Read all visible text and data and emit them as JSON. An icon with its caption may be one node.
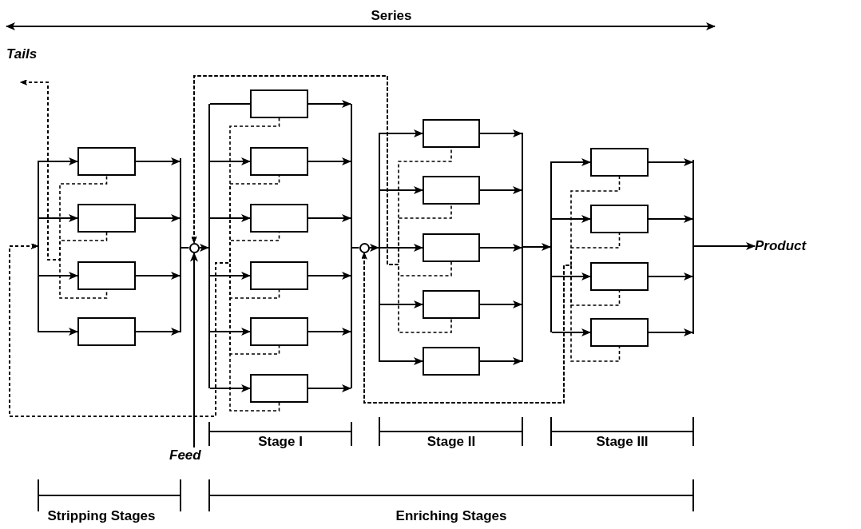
{
  "diagram": {
    "nodes": [
      {
        "text": [
          "Tails"
        ]
      },
      {
        "text": [],
        "shape": "bar"
      },
      {
        "text": [],
        "shape": "box"
      },
      {
        "text": [],
        "shape": "box"
      },
      {
        "text": [],
        "shape": "box"
      },
      {
        "text": [],
        "shape": "box"
      },
      {
        "text": [],
        "shape": "bar"
      },
      {
        "text": [],
        "shape": "circle"
      },
      {
        "text": [
          "Feed"
        ]
      },
      {
        "text": [],
        "shape": "bar"
      },
      {
        "text": [],
        "shape": "box"
      },
      {
        "text": [],
        "shape": "box"
      },
      {
        "text": [],
        "shape": "box"
      },
      {
        "text": [],
        "shape": "box"
      },
      {
        "text": [],
        "shape": "box"
      },
      {
        "text": [],
        "shape": "box"
      },
      {
        "text": [],
        "shape": "bar"
      },
      {
        "text": [],
        "shape": "circle"
      },
      {
        "text": [],
        "shape": "bar"
      },
      {
        "text": [],
        "shape": "box"
      },
      {
        "text": [],
        "shape": "box"
      },
      {
        "text": [],
        "shape": "box"
      },
      {
        "text": [],
        "shape": "box"
      },
      {
        "text": [],
        "shape": "box"
      },
      {
        "text": [],
        "shape": "bar"
      },
      {
        "text": [],
        "shape": "bar"
      },
      {
        "text": [],
        "shape": "box"
      },
      {
        "text": [],
        "shape": "box"
      },
      {
        "text": [],
        "shape": "box"
      },
      {
        "text": [],
        "shape": "box"
      },
      {
        "text": [],
        "shape": "bar"
      },
      {
        "text": [
          "Product"
        ]
      }
    ],
    "edges": [
      {
        "from": 1,
        "to": 2,
        "arrow": "to"
      },
      {
        "from": 1,
        "to": 3,
        "arrow": "to"
      },
      {
        "from": 1,
        "to": 4,
        "arrow": "to"
      },
      {
        "from": 1,
        "to": 5,
        "arrow": "to"
      },
      {
        "from": 2,
        "to": 6,
        "arrow": "to"
      },
      {
        "from": 3,
        "to": 6,
        "arrow": "to"
      },
      {
        "from": 4,
        "to": 6,
        "arrow": "to"
      },
      {
        "from": 5,
        "to": 6,
        "arrow": "to"
      },
      {
        "from": 6,
        "to": 7,
        "arrow": "none"
      },
      {
        "from": 8,
        "to": 7,
        "arrow": "to"
      },
      {
        "from": 7,
        "to": 9,
        "arrow": "to"
      },
      {
        "from": 9,
        "to": 10,
        "arrow": "none"
      },
      {
        "from": 9,
        "to": 11,
        "arrow": "to"
      },
      {
        "from": 9,
        "to": 12,
        "arrow": "to"
      },
      {
        "from": 9,
        "to": 13,
        "arrow": "to"
      },
      {
        "from": 9,
        "to": 14,
        "arrow": "to"
      },
      {
        "from": 9,
        "to": 15,
        "arrow": "to"
      },
      {
        "from": 10,
        "to": 16,
        "arrow": "to"
      },
      {
        "from": 11,
        "to": 16,
        "arrow": "to"
      },
      {
        "from": 12,
        "to": 16,
        "arrow": "to"
      },
      {
        "from": 13,
        "to": 16,
        "arrow": "to"
      },
      {
        "from": 14,
        "to": 16,
        "arrow": "to"
      },
      {
        "from": 15,
        "to": 16,
        "arrow": "to"
      },
      {
        "from": 16,
        "to": 17,
        "arrow": "none"
      },
      {
        "from": 17,
        "to": 18,
        "arrow": "to"
      },
      {
        "from": 18,
        "to": 19,
        "arrow": "to"
      },
      {
        "from": 18,
        "to": 20,
        "arrow": "to"
      },
      {
        "from": 18,
        "to": 21,
        "arrow": "to"
      },
      {
        "from": 18,
        "to": 22,
        "arrow": "to"
      },
      {
        "from": 18,
        "to": 23,
        "arrow": "to"
      },
      {
        "from": 19,
        "to": 24,
        "arrow": "to"
      },
      {
        "from": 20,
        "to": 24,
        "arrow": "to"
      },
      {
        "from": 21,
        "to": 24,
        "arrow": "to"
      },
      {
        "from": 22,
        "to": 24,
        "arrow": "to"
      },
      {
        "from": 23,
        "to": 24,
        "arrow": "to"
      },
      {
        "from": 24,
        "to": 25,
        "arrow": "to"
      },
      {
        "from": 25,
        "to": 26,
        "arrow": "to"
      },
      {
        "from": 25,
        "to": 27,
        "arrow": "to"
      },
      {
        "from": 25,
        "to": 28,
        "arrow": "to"
      },
      {
        "from": 25,
        "to": 29,
        "arrow": "to"
      },
      {
        "from": 26,
        "to": 30,
        "arrow": "to"
      },
      {
        "from": 27,
        "to": 30,
        "arrow": "to"
      },
      {
        "from": 28,
        "to": 30,
        "arrow": "to"
      },
      {
        "from": 29,
        "to": 30,
        "arrow": "to"
      },
      {
        "from": 30,
        "to": 31,
        "arrow": "to"
      },
      {
        "from": 2,
        "to": 0,
        "arrow": "to",
        "style": "dashed"
      },
      {
        "from": 3,
        "to": 0,
        "arrow": "to",
        "style": "dashed"
      },
      {
        "from": 4,
        "to": 0,
        "arrow": "to",
        "style": "dashed"
      },
      {
        "from": 10,
        "to": 1,
        "arrow": "to",
        "style": "dashed"
      },
      {
        "from": 11,
        "to": 1,
        "arrow": "to",
        "style": "dashed"
      },
      {
        "from": 12,
        "to": 1,
        "arrow": "to",
        "style": "dashed"
      },
      {
        "from": 13,
        "to": 1,
        "arrow": "to",
        "style": "dashed"
      },
      {
        "from": 14,
        "to": 1,
        "arrow": "to",
        "style": "dashed"
      },
      {
        "from": 15,
        "to": 1,
        "arrow": "to",
        "style": "dashed"
      },
      {
        "from": 19,
        "to": 7,
        "arrow": "to",
        "style": "dashed"
      },
      {
        "from": 20,
        "to": 7,
        "arrow": "to",
        "style": "dashed"
      },
      {
        "from": 21,
        "to": 7,
        "arrow": "to",
        "style": "dashed"
      },
      {
        "from": 22,
        "to": 7,
        "arrow": "to",
        "style": "dashed"
      },
      {
        "from": 26,
        "to": 17,
        "arrow": "to",
        "style": "dashed"
      },
      {
        "from": 27,
        "to": 17,
        "arrow": "to",
        "style": "dashed"
      },
      {
        "from": 28,
        "to": 17,
        "arrow": "to",
        "style": "dashed"
      },
      {
        "from": 29,
        "to": 17,
        "arrow": "to",
        "style": "dashed"
      }
    ],
    "labels": [
      "Series",
      "Stage I",
      "Stage II",
      "Stage III",
      "Stripping Stages",
      "Enriching Stages"
    ]
  }
}
